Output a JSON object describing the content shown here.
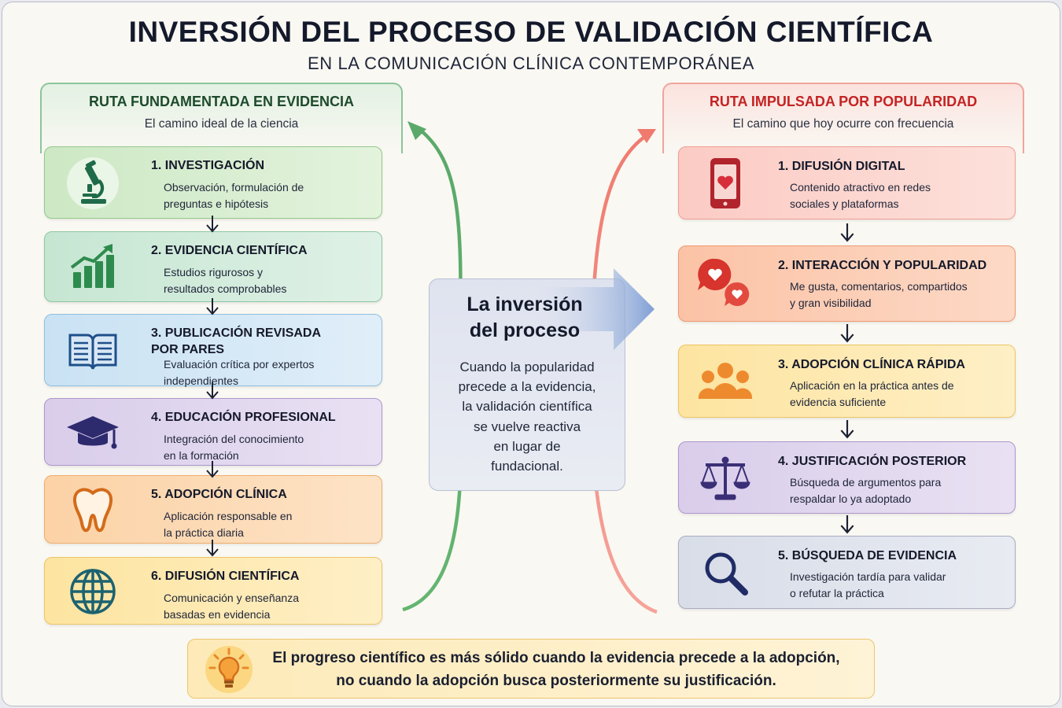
{
  "title": "INVERSIÓN DEL PROCESO DE VALIDACIÓN CIENTÍFICA",
  "subtitle": "EN LA COMUNICACIÓN CLÍNICA CONTEMPORÁNEA",
  "left": {
    "heading": "RUTA FUNDAMENTADA EN EVIDENCIA",
    "subheading": "El camino ideal de la ciencia",
    "steps": [
      {
        "title": "1. INVESTIGACIÓN",
        "desc1": "Observación, formulación de",
        "desc2": "preguntas e hipótesis",
        "icon": "microscope-icon"
      },
      {
        "title": "2. EVIDENCIA CIENTÍFICA",
        "desc1": "Estudios rigurosos y",
        "desc2": "resultados comprobables",
        "icon": "growth-chart-icon"
      },
      {
        "title1": "3. PUBLICACIÓN REVISADA",
        "title2": "POR PARES",
        "desc1": "Evaluación crítica por expertos",
        "desc2": "independientes",
        "icon": "open-book-icon"
      },
      {
        "title": "4. EDUCACIÓN PROFESIONAL",
        "desc1": "Integración del conocimiento",
        "desc2": "en la formación",
        "icon": "graduation-cap-icon"
      },
      {
        "title": "5. ADOPCIÓN CLÍNICA",
        "desc1": "Aplicación responsable en",
        "desc2": "la práctica diaria",
        "icon": "tooth-icon"
      },
      {
        "title": "6. DIFUSIÓN CIENTÍFICA",
        "desc1": "Comunicación y enseñanza",
        "desc2": "basadas en evidencia",
        "icon": "globe-icon"
      }
    ]
  },
  "right": {
    "heading": "RUTA IMPULSADA POR POPULARIDAD",
    "subheading": "El camino que hoy ocurre con frecuencia",
    "steps": [
      {
        "title": "1. DIFUSIÓN DIGITAL",
        "desc1": "Contenido atractivo en redes",
        "desc2": "sociales y plataformas",
        "icon": "smartphone-heart-icon"
      },
      {
        "title": "2. INTERACCIÓN Y POPULARIDAD",
        "desc1": "Me gusta, comentarios, compartidos",
        "desc2": "y gran visibilidad",
        "icon": "speech-bubbles-heart-icon"
      },
      {
        "title": "3. ADOPCIÓN CLÍNICA RÁPIDA",
        "desc1": "Aplicación en la práctica antes de",
        "desc2": "evidencia suficiente",
        "icon": "people-group-icon"
      },
      {
        "title": "4. JUSTIFICACIÓN POSTERIOR",
        "desc1": "Búsqueda de argumentos para",
        "desc2": "respaldar lo ya adoptado",
        "icon": "balance-scale-icon"
      },
      {
        "title": "5. BÚSQUEDA DE EVIDENCIA",
        "desc1": "Investigación tardía para validar",
        "desc2": "o refutar la práctica",
        "icon": "magnifier-icon"
      }
    ]
  },
  "center": {
    "title1": "La inversión",
    "title2": "del proceso",
    "lines": [
      "Cuando la popularidad",
      "precede a la evidencia,",
      "la validación científica",
      "se vuelve reactiva",
      "en lugar de",
      "fundacional."
    ]
  },
  "banner": {
    "line1": "El progreso científico es más sólido cuando la evidencia precede a la adopción,",
    "line2": "no cuando la adopción busca posteriormente su justificación.",
    "icon": "lightbulb-icon"
  },
  "colors": {
    "evidence_green": "#5aa96a",
    "popularity_red": "#f2877c",
    "accent_blue": "#7f9fd6"
  }
}
